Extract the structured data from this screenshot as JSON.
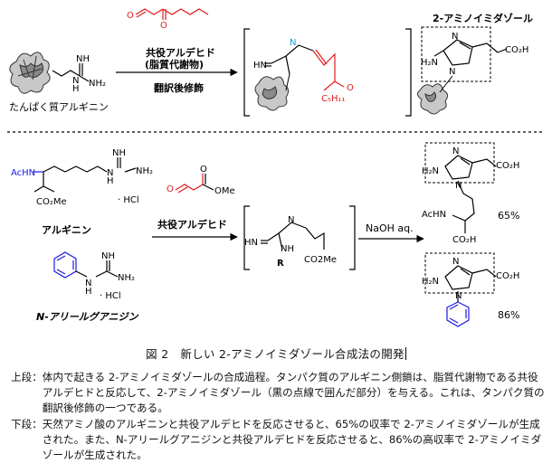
{
  "figure": {
    "top": {
      "title_product": "2-アミノイミダゾール",
      "reagent_label_1": "共役アルデヒド",
      "reagent_label_2": "(脂質代謝物)",
      "process_label": "翻訳後修飾",
      "protein_label": "たんぱく質アルギニン",
      "intermediate_chain": "C5H11"
    },
    "bottom": {
      "arginine_label": "アルギニン",
      "guanidine_label": "N-アリールグアニジン",
      "aldehyde_label": "共役アルデヒド",
      "reagent_naoh": "NaOH aq.",
      "yield_1": "65%",
      "yield_2": "86%",
      "hcl": "· HCl",
      "r_group": "R",
      "ester": "CO2Me"
    }
  },
  "caption": {
    "fig_no": "図 2",
    "title": "新しい 2-アミノイミダゾール合成法の開発"
  },
  "notes": [
    {
      "label": "上段：",
      "text": "体内で起きる 2-アミノイミダゾールの合成過程。タンパク質のアルギニン側鎖は、脂質代謝物である共役アルデヒドと反応して、2-アミノイミダゾール（黒の点線で囲んだ部分）を与える。これは、タンパク質の翻訳後修飾の一つである。"
    },
    {
      "label": "下段：",
      "text": "天然アミノ酸のアルギニンと共役アルデヒドを反応させると、65%の収率で 2-アミノイミダゾールが生成された。また、N-アリールグアニジンと共役アルデヒドを反応させると、86%の高収率で 2-アミノイミダゾールが生成された。"
    }
  ],
  "colors": {
    "red": "#e01b1b",
    "blue": "#1a1ae6",
    "black": "#000000"
  }
}
